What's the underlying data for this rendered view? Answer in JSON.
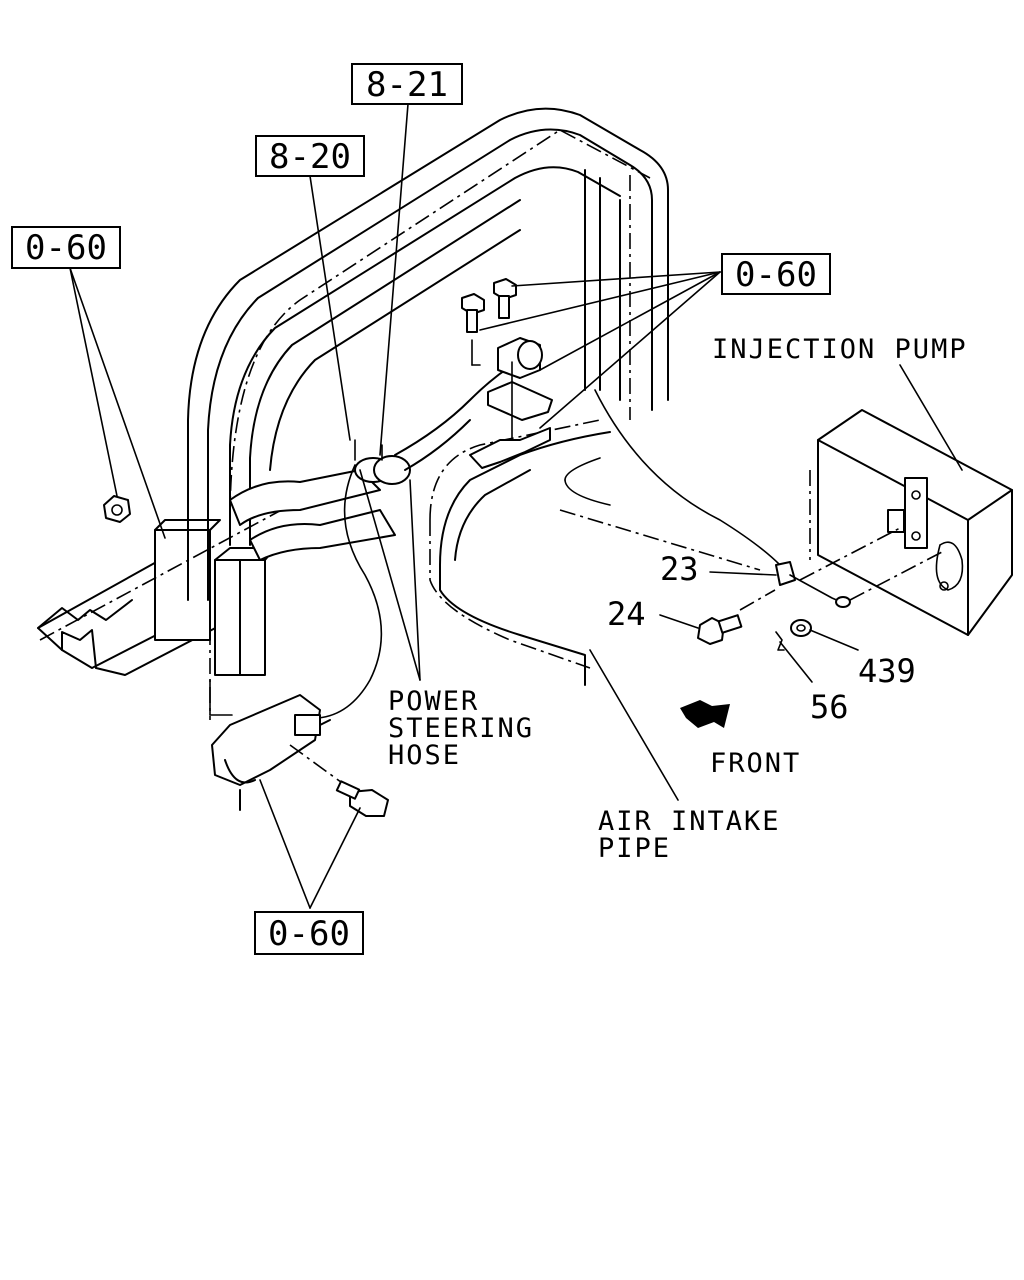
{
  "references": {
    "ref_8_21": "8-21",
    "ref_8_20": "8-20",
    "ref_0_60_left": "0-60",
    "ref_0_60_right": "0-60",
    "ref_0_60_bottom": "0-60"
  },
  "part_numbers": {
    "p23": "23",
    "p24": "24",
    "p439": "439",
    "p56": "56"
  },
  "labels": {
    "injection_pump": "INJECTION PUMP",
    "power_steering_hose": [
      "POWER",
      "STEERING",
      "HOSE"
    ],
    "front": "FRONT",
    "air_intake_pipe": [
      "AIR INTAKE",
      "PIPE"
    ]
  }
}
